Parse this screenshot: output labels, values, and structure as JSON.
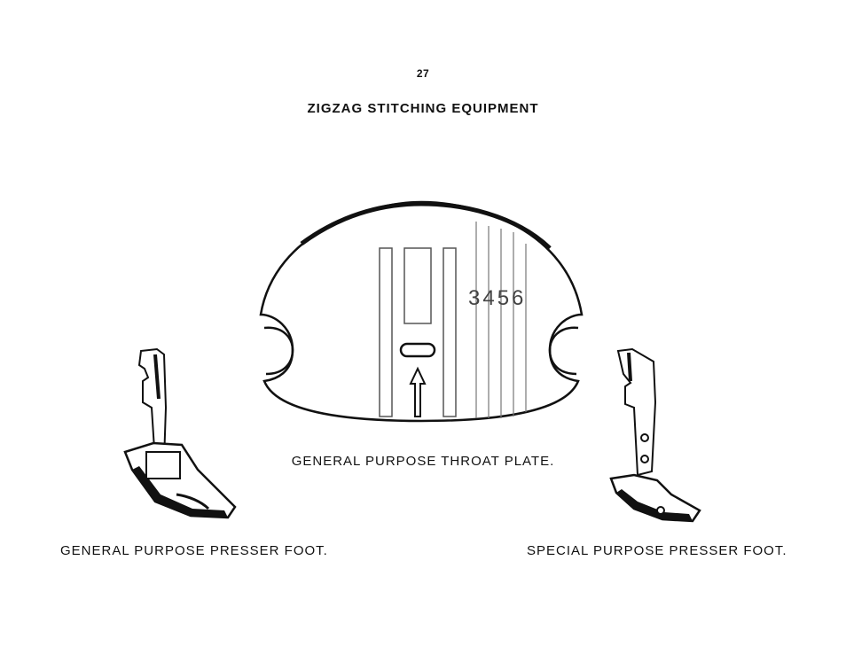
{
  "page": {
    "number": "27",
    "title": "ZIGZAG STITCHING EQUIPMENT"
  },
  "figures": {
    "throat_plate": {
      "caption": "GENERAL PURPOSE THROAT PLATE.",
      "plate_markings": "3456"
    },
    "general_foot": {
      "caption": "GENERAL PURPOSE PRESSER FOOT."
    },
    "special_foot": {
      "caption": "SPECIAL PURPOSE PRESSER FOOT."
    }
  }
}
